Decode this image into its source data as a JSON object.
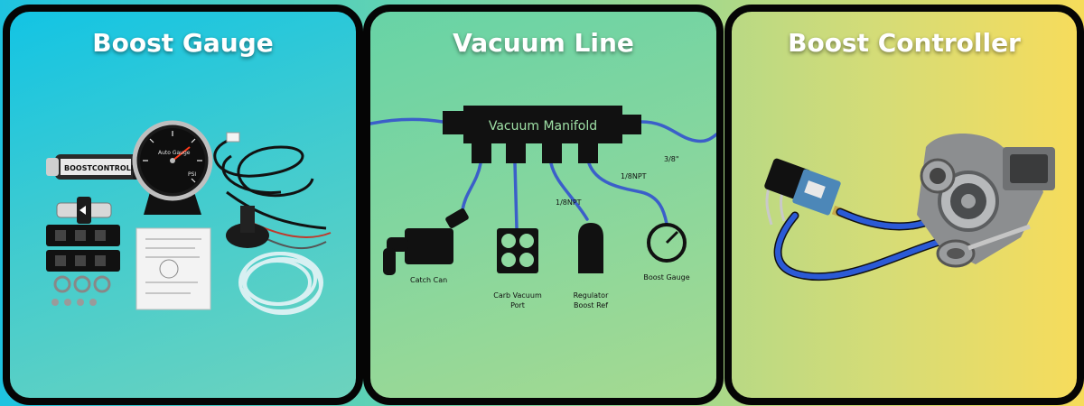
{
  "panels": [
    {
      "title": "Boost Gauge"
    },
    {
      "title": "Vacuum Line"
    },
    {
      "title": "Boost Controller"
    }
  ],
  "kit": {
    "controller_label": "BOOSTCONTROLLER",
    "gauge_brand": "Auto Gauge",
    "gauge_unit": "PSI"
  },
  "diagram": {
    "manifold_label": "Vacuum Manifold",
    "fitting_large": "3/8\"",
    "fitting_small_1": "1/8NPT",
    "fitting_small_2": "1/8NPT",
    "nodes": {
      "catch_can": "Catch Can",
      "carb_line1": "Carb Vacuum",
      "carb_line2": "Port",
      "regulator_line1": "Regulator",
      "regulator_line2": "Boost Ref",
      "boost_gauge": "Boost Gauge"
    }
  },
  "colors": {
    "hose": "#3b5fc9",
    "frame": "#050505",
    "title_text": "#ffffff"
  }
}
